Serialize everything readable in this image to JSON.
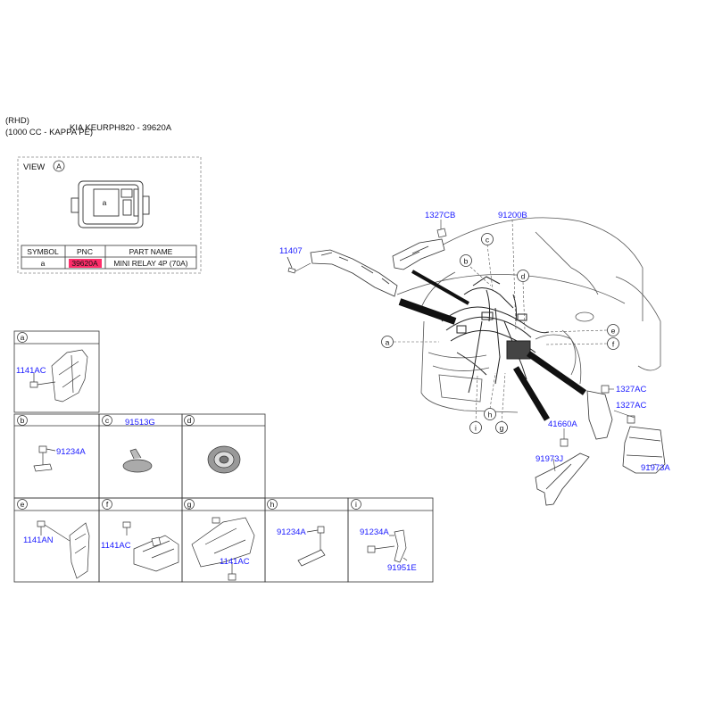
{
  "header": {
    "line1": "(RHD)",
    "line2": "(1000 CC - KAPPA PE)",
    "doc_ref": "KIA KEURPH820 - 39620A"
  },
  "view_box": {
    "title": "VIEW",
    "circle_letter": "A",
    "relay_symbol": "a",
    "table": {
      "headers": [
        "SYMBOL",
        "PNC",
        "PART NAME"
      ],
      "rows": [
        {
          "symbol": "a",
          "pnc": "39620A",
          "part_name": "MINI RELAY 4P (70A)"
        }
      ]
    },
    "pnc_highlight_color": "#ff2d6a"
  },
  "main": {
    "callout_letters": [
      "a",
      "b",
      "c",
      "d",
      "e",
      "f",
      "g",
      "h",
      "i"
    ],
    "part_numbers": {
      "p11407": "11407",
      "p1327cb": "1327CB",
      "p91200b": "91200B",
      "p1327ac_top": "1327AC",
      "p1327ac_bottom": "1327AC",
      "p41660a": "41660A",
      "p91973j": "91973J",
      "p91973a": "91973A"
    }
  },
  "detail_panels": {
    "a": {
      "letter": "a",
      "part": "1141AC"
    },
    "b": {
      "letter": "b",
      "part": "91234A"
    },
    "c": {
      "letter": "c",
      "part": "91513G"
    },
    "d": {
      "letter": "d"
    },
    "e": {
      "letter": "e",
      "part": "1141AN"
    },
    "f": {
      "letter": "f",
      "part": "1141AC"
    },
    "g": {
      "letter": "g",
      "part": "1141AC"
    },
    "h": {
      "letter": "h",
      "part": "91234A"
    },
    "i": {
      "letter": "i",
      "part1": "91234A",
      "part2": "91951E"
    }
  },
  "colors": {
    "part_number": "#1a1aff",
    "line": "#333333",
    "dashed_border": "#888888"
  }
}
